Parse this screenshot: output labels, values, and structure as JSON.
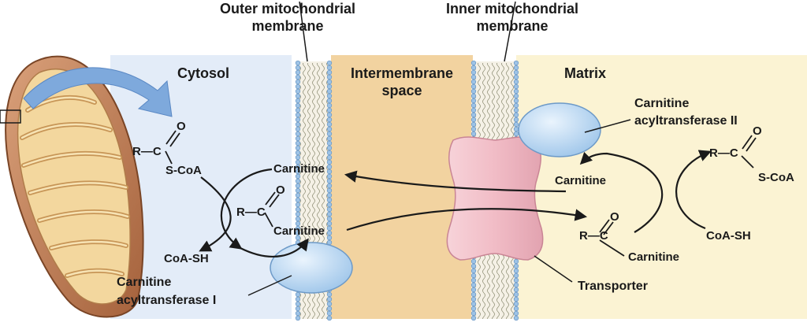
{
  "labels": {
    "outer_membrane": [
      "Outer mitochondrial",
      "membrane"
    ],
    "inner_membrane": [
      "Inner mitochondrial",
      "membrane"
    ],
    "cytosol": "Cytosol",
    "intermembrane": [
      "Intermembrane",
      "space"
    ],
    "matrix": "Matrix",
    "cat1": [
      "Carnitine",
      "acyltransferase I"
    ],
    "cat2": [
      "Carnitine",
      "acyltransferase II"
    ],
    "transporter": "Transporter"
  },
  "cytosol_chem": {
    "r_c": "R—C",
    "o": "O",
    "s_coa": "S-CoA",
    "coa_sh": "CoA-SH",
    "carnitine_top": "Carnitine",
    "acyl_r_c": "R—C",
    "acyl_o": "O",
    "acyl_carnitine": "Carnitine"
  },
  "matrix_chem": {
    "carnitine": "Carnitine",
    "acyl_r_c": "R—C",
    "acyl_o": "O",
    "acyl_carnitine": "Carnitine",
    "r_c": "R—C",
    "o": "O",
    "s_coa": "S-CoA",
    "coa_sh": "CoA-SH"
  },
  "colors": {
    "cytosol_bg": "#e3ecf8",
    "intermembrane_bg": "#f2d3a0",
    "matrix_bg": "#fbf3d3",
    "membrane_head": "#9ec3e6",
    "transporter": "#f4c2cb",
    "enzyme": "#b8d6f2",
    "big_arrow": "#7ea9dc"
  }
}
